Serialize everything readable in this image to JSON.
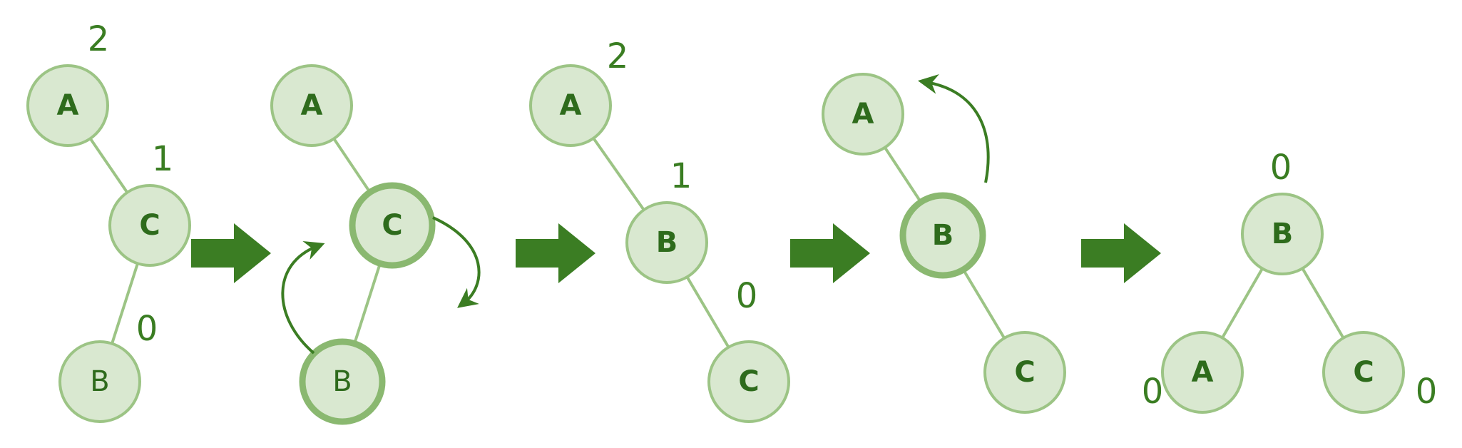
{
  "colors": {
    "node_fill": "#d9e8d0",
    "node_stroke": "#9cc485",
    "node_stroke_highlight": "#8ab870",
    "edge": "#9cc485",
    "text": "#2e6b1c",
    "arrow": "#3b7d23"
  },
  "steps": [
    {
      "nodes": [
        {
          "id": "A",
          "label": "A",
          "balance": "2"
        },
        {
          "id": "C",
          "label": "C",
          "balance": "1"
        },
        {
          "id": "B",
          "label": "B",
          "balance": "0"
        }
      ]
    },
    {
      "nodes": [
        {
          "id": "A",
          "label": "A"
        },
        {
          "id": "C",
          "label": "C",
          "highlight": true
        },
        {
          "id": "B",
          "label": "B",
          "highlight": true
        }
      ]
    },
    {
      "nodes": [
        {
          "id": "A",
          "label": "A",
          "balance": "2"
        },
        {
          "id": "B",
          "label": "B",
          "balance": "1"
        },
        {
          "id": "C",
          "label": "C",
          "balance": "0"
        }
      ]
    },
    {
      "nodes": [
        {
          "id": "A",
          "label": "A"
        },
        {
          "id": "B",
          "label": "B",
          "highlight": true
        },
        {
          "id": "C",
          "label": "C"
        }
      ]
    },
    {
      "nodes": [
        {
          "id": "B",
          "label": "B",
          "balance": "0"
        },
        {
          "id": "A",
          "label": "A",
          "balance": "0"
        },
        {
          "id": "C",
          "label": "C",
          "balance": "0"
        }
      ]
    }
  ]
}
